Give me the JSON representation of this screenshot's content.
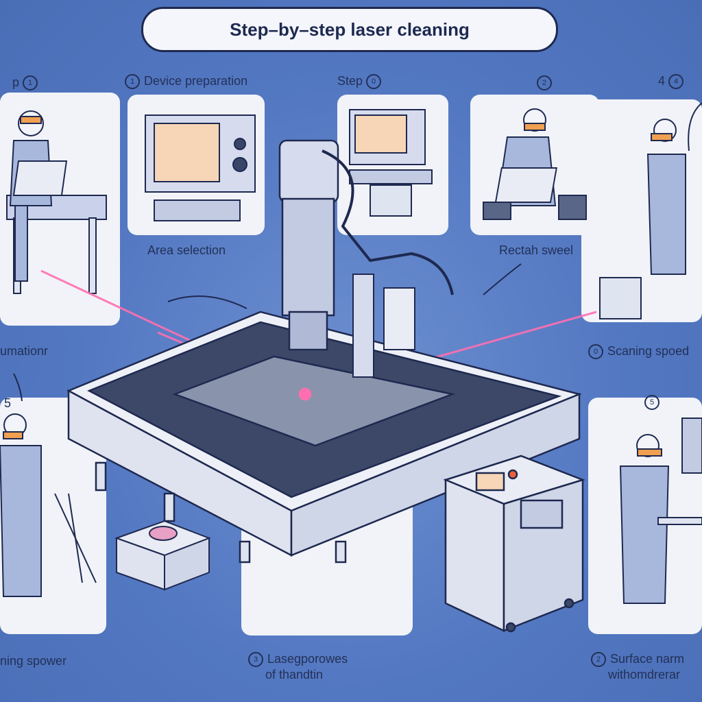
{
  "title": "Step–by–step laser cleaning",
  "labels": {
    "step_p": "p",
    "step_p_num": "1",
    "device_prep_num": "1",
    "device_prep": "Device preparation",
    "step_label": "Step",
    "step_label_num": "0",
    "step_right_num": "2",
    "step_far_right": "4",
    "step_far_right_num": "4",
    "area_selection": "Area selection",
    "rectah_sweel": "Rectah sweel",
    "umationr": "umationr",
    "scaning_speed_num": "0",
    "scaning_speed": "Scaning spoed",
    "step5_left": "5",
    "step5_right": "5",
    "ning_spower": "ning spower",
    "laser_proc_num": "3",
    "laser_proc_line1": "Lasegporowes",
    "laser_proc_line2": "of thandtin",
    "surface_num": "2",
    "surface_line1": "Surface narm",
    "surface_line2": "withomdrerar"
  },
  "colors": {
    "background": "#5378c2",
    "panel": "#f1f3f8",
    "ink": "#1e2950",
    "laser": "#ff6fb0",
    "machine": "#e9ecf4"
  }
}
